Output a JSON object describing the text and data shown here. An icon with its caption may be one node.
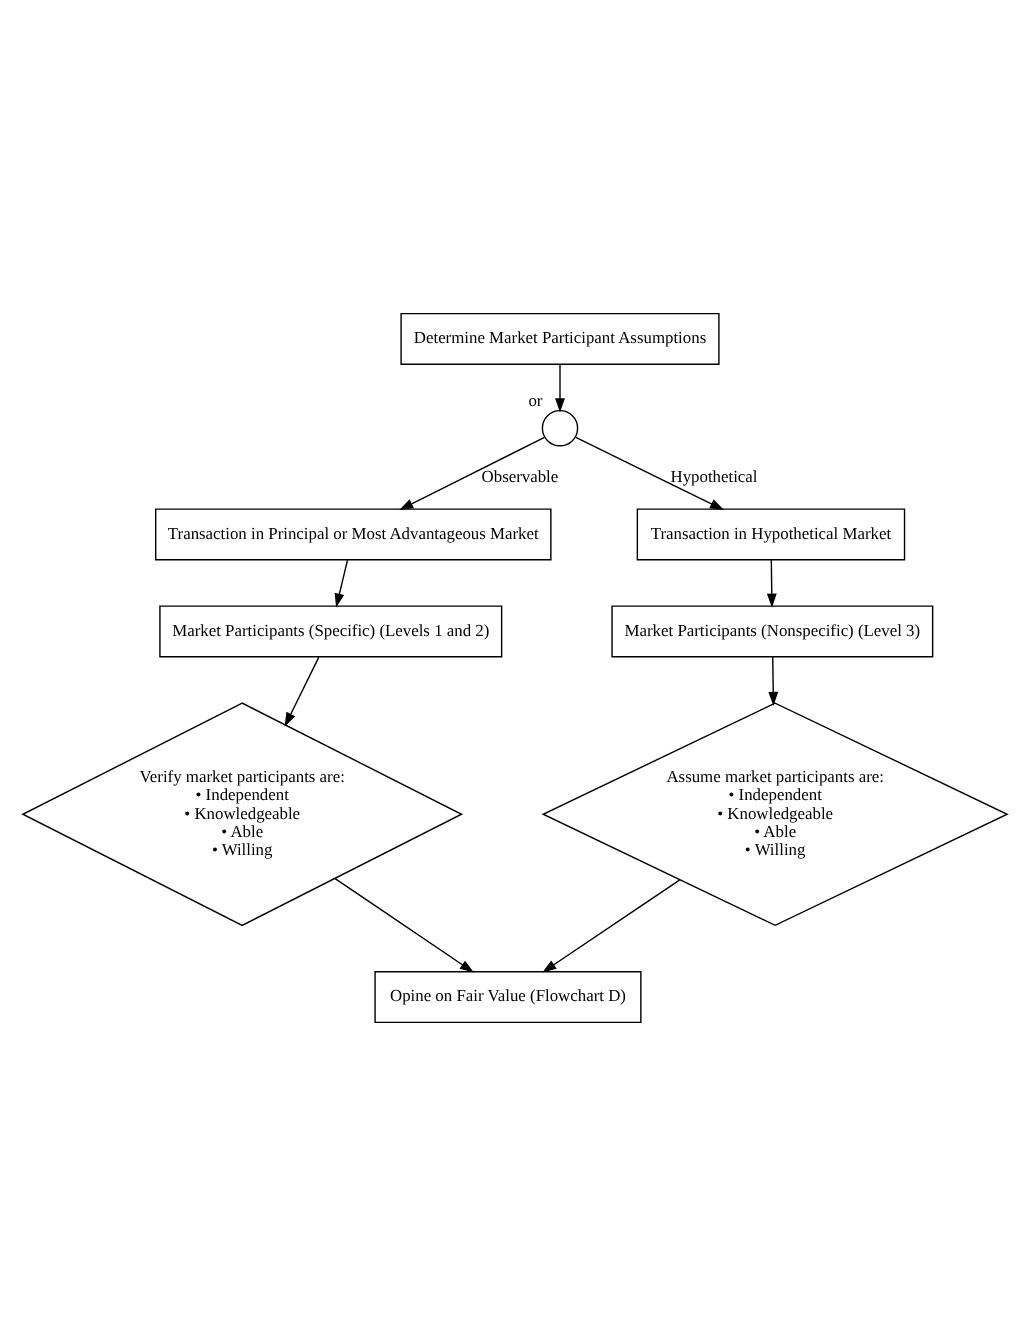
{
  "diagram": {
    "nodes": [
      {
        "text": [
          "Determine Market Participant Assumptions"
        ]
      },
      {
        "text": [],
        "shape": "circle",
        "beside": [
          "or"
        ]
      },
      {
        "text": [
          "Transaction in Principal or Most Advantageous Market"
        ]
      },
      {
        "text": [
          "Transaction in Hypothetical Market"
        ]
      },
      {
        "text": [
          "Market Participants (Specific) (Levels 1 and 2)"
        ]
      },
      {
        "text": [
          "Market Participants (Nonspecific) (Level 3)"
        ]
      },
      {
        "text": [
          "Verify market participants are:",
          "• Independent",
          "• Knowledgeable",
          "• Able",
          "• Willing"
        ]
      },
      {
        "text": [
          "Assume market participants are:",
          "• Independent",
          "• Knowledgeable",
          "• Able",
          "• Willing"
        ]
      },
      {
        "text": [
          "Opine on Fair Value (Flowchart D)"
        ]
      }
    ],
    "edges": [
      {
        "from": 0,
        "to": 1,
        "arrow": "to"
      },
      {
        "from": 1,
        "to": 2,
        "arrow": "to",
        "label": "Observable"
      },
      {
        "from": 1,
        "to": 3,
        "arrow": "to",
        "label": "Hypothetical"
      },
      {
        "from": 2,
        "to": 4,
        "arrow": "to"
      },
      {
        "from": 3,
        "to": 5,
        "arrow": "to"
      },
      {
        "from": 4,
        "to": 6,
        "arrow": "to"
      },
      {
        "from": 5,
        "to": 7,
        "arrow": "to"
      },
      {
        "from": 6,
        "to": 8,
        "arrow": "to"
      },
      {
        "from": 7,
        "to": 8,
        "arrow": "to"
      }
    ]
  }
}
